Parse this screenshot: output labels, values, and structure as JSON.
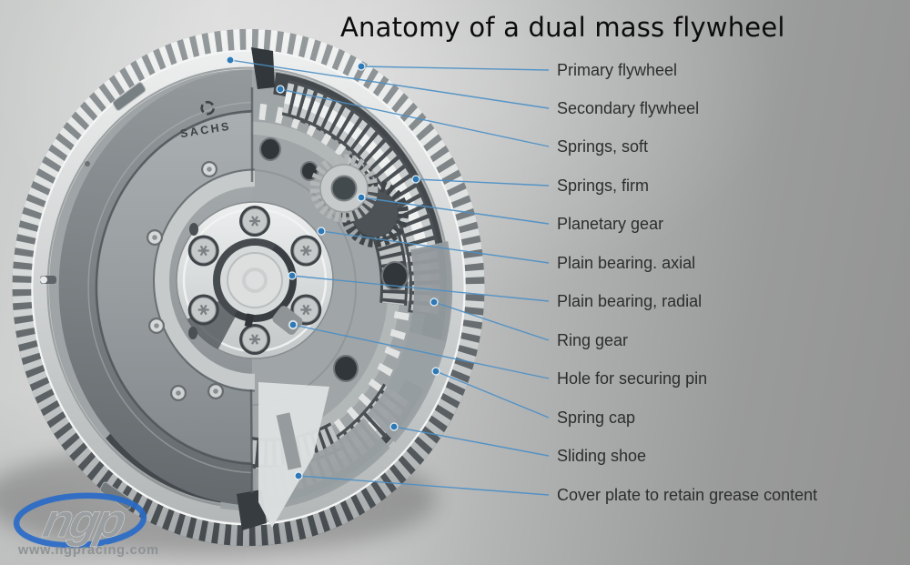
{
  "title": "Anatomy of a dual mass flywheel",
  "labels": [
    {
      "text": "Primary flywheel"
    },
    {
      "text": "Secondary flywheel"
    },
    {
      "text": "Springs, soft"
    },
    {
      "text": "Springs, firm"
    },
    {
      "text": "Planetary gear"
    },
    {
      "text": "Plain bearing. axial"
    },
    {
      "text": "Plain bearing, radial"
    },
    {
      "text": "Ring gear"
    },
    {
      "text": "Hole for securing pin"
    },
    {
      "text": "Spring cap"
    },
    {
      "text": "Sliding shoe"
    },
    {
      "text": "Cover plate to retain grease content"
    }
  ],
  "flywheel": {
    "brand": "SACHS"
  },
  "watermark": {
    "name": "ngp",
    "url": "www.ngpracing.com"
  },
  "colors": {
    "leader_line": "#4c90c6",
    "leader_dot": "#2e79b5",
    "title_text": "#0c0c0c",
    "label_text": "#2d2d2d",
    "ngp_blue": "#2a6cc8",
    "ngp_gray": "#9b9fa2",
    "cover_gray": "#8f9598",
    "metal_light": "#e8eaea"
  }
}
